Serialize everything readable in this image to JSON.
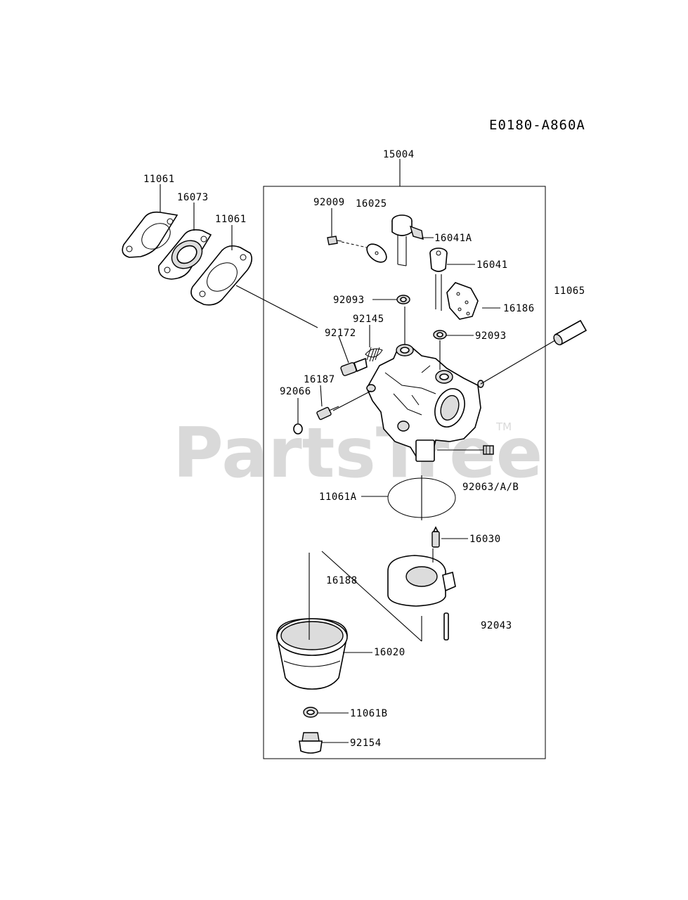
{
  "diagram_code": "E0180-A860A",
  "watermark": {
    "text": "PartsTree",
    "trademark": "TM"
  },
  "labels": {
    "l15004": "15004",
    "l11061_top": "11061",
    "l16073": "16073",
    "l11061_mid": "11061",
    "l92009": "92009",
    "l16025": "16025",
    "l16041A": "16041A",
    "l16041": "16041",
    "l11065": "11065",
    "l92093_left": "92093",
    "l16186": "16186",
    "l92145": "92145",
    "l92172": "92172",
    "l92093_right": "92093",
    "l16187": "16187",
    "l92066": "92066",
    "l11061A": "11061A",
    "l92063": "92063/A/B",
    "l16030": "16030",
    "l16188": "16188",
    "l92043": "92043",
    "l16020": "16020",
    "l11061B": "11061B",
    "l92154": "92154"
  }
}
